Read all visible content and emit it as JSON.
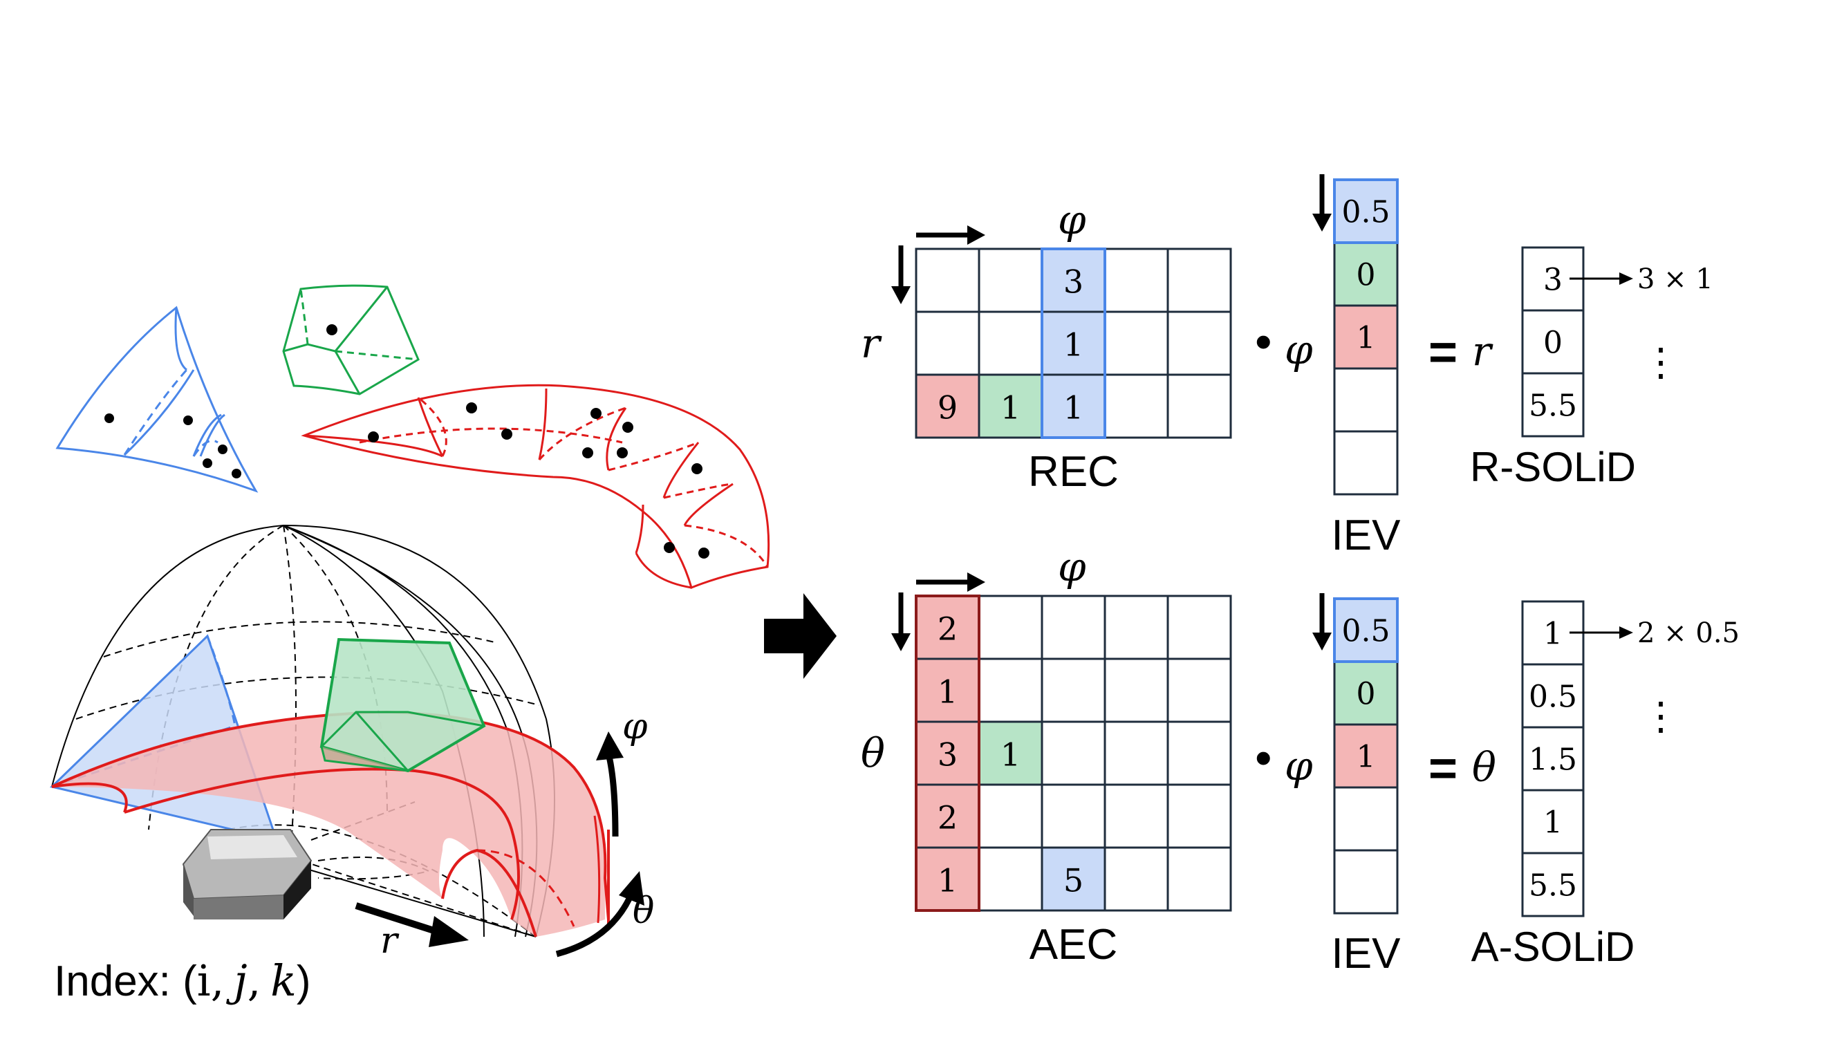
{
  "colors": {
    "blue": "#4a86e8",
    "blue_fill": "#c9daf8",
    "green": "#19a64a",
    "green_fill": "#b7e4c7",
    "red": "#e01b1b",
    "red_fill": "#f4b6b6",
    "grid": "#1f2d3d"
  },
  "labels": {
    "index_prefix": "Index: (",
    "index_i": "i",
    "comma1": ",",
    "index_j": "j",
    "comma2": ",",
    "index_k": "k",
    "index_close": ")",
    "axis_r": "r",
    "axis_theta": "θ",
    "axis_phi": "φ"
  },
  "top": {
    "matrix_title": "REC",
    "col_label": "φ",
    "row_label": "r",
    "cells": [
      [
        "",
        "",
        "3",
        "",
        ""
      ],
      [
        "",
        "",
        "1",
        "",
        ""
      ],
      [
        "9",
        "1",
        "1",
        "",
        ""
      ]
    ],
    "iev_title": "IEV",
    "iev_values": [
      "0.5",
      "0",
      "1",
      "",
      ""
    ],
    "dot": "•",
    "dot_phi": "φ",
    "equals": "=",
    "eq_label": "r",
    "result_title": "R-SOLiD",
    "result_values": [
      "3",
      "0",
      "5.5"
    ],
    "annotation": "3 × 1",
    "dots": "⋮"
  },
  "bottom": {
    "matrix_title": "AEC",
    "col_label": "φ",
    "row_label": "θ",
    "cells": [
      [
        "2",
        "",
        "",
        "",
        ""
      ],
      [
        "1",
        "",
        "",
        "",
        ""
      ],
      [
        "3",
        "1",
        "",
        "",
        ""
      ],
      [
        "2",
        "",
        "",
        "",
        ""
      ],
      [
        "1",
        "",
        "5",
        "",
        ""
      ]
    ],
    "iev_title": "IEV",
    "iev_values": [
      "0.5",
      "0",
      "1",
      "",
      ""
    ],
    "dot": "•",
    "dot_phi": "φ",
    "equals": "=",
    "eq_label": "θ",
    "result_title": "A-SOLiD",
    "result_values": [
      "1",
      "0.5",
      "1.5",
      "1",
      "5.5"
    ],
    "annotation": "2 × 0.5",
    "dots": "⋮"
  }
}
